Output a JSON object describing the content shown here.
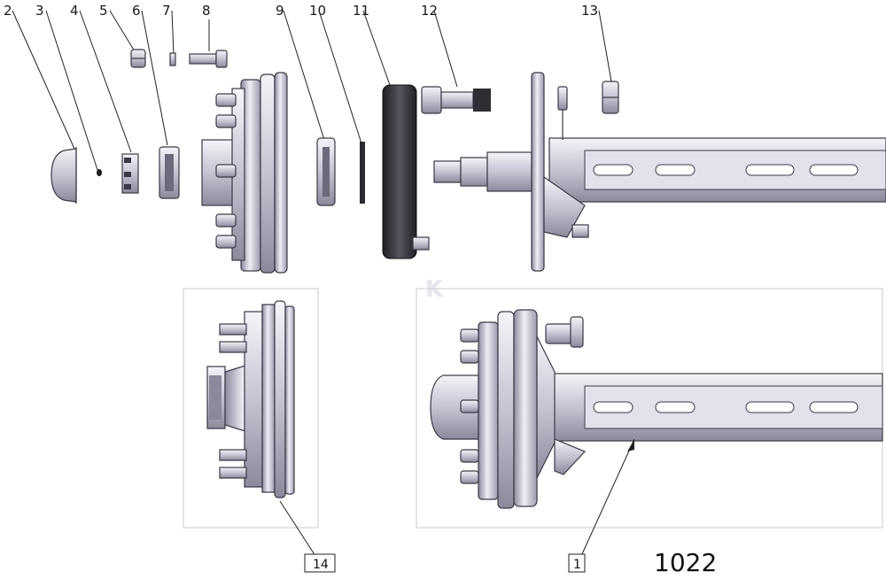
{
  "callouts": [
    "2",
    "3",
    "4",
    "5",
    "6",
    "7",
    "8",
    "9",
    "10",
    "11",
    "12",
    "13"
  ],
  "boxed_callouts": {
    "hub_section": "14",
    "axle_assembly": "1"
  },
  "drawing_number": "1022",
  "watermark": "K",
  "colors": {
    "metal_light": "#e4e4ee",
    "metal_mid": "#b9b9c8",
    "metal_dark": "#7d7d8e",
    "shoe_dark": "#2e2e34",
    "frame_gray": "#c9c9c9",
    "line": "#222222"
  }
}
